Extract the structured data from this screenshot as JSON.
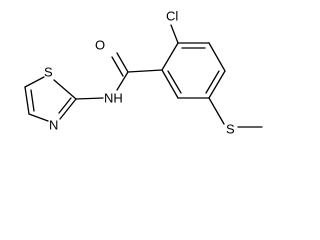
{
  "molecule": {
    "atoms": {
      "cl": "Cl",
      "o": "O",
      "nh": "NH",
      "s_thiazole": "S",
      "n_thiazole": "N",
      "s_methylthio": "S"
    }
  }
}
